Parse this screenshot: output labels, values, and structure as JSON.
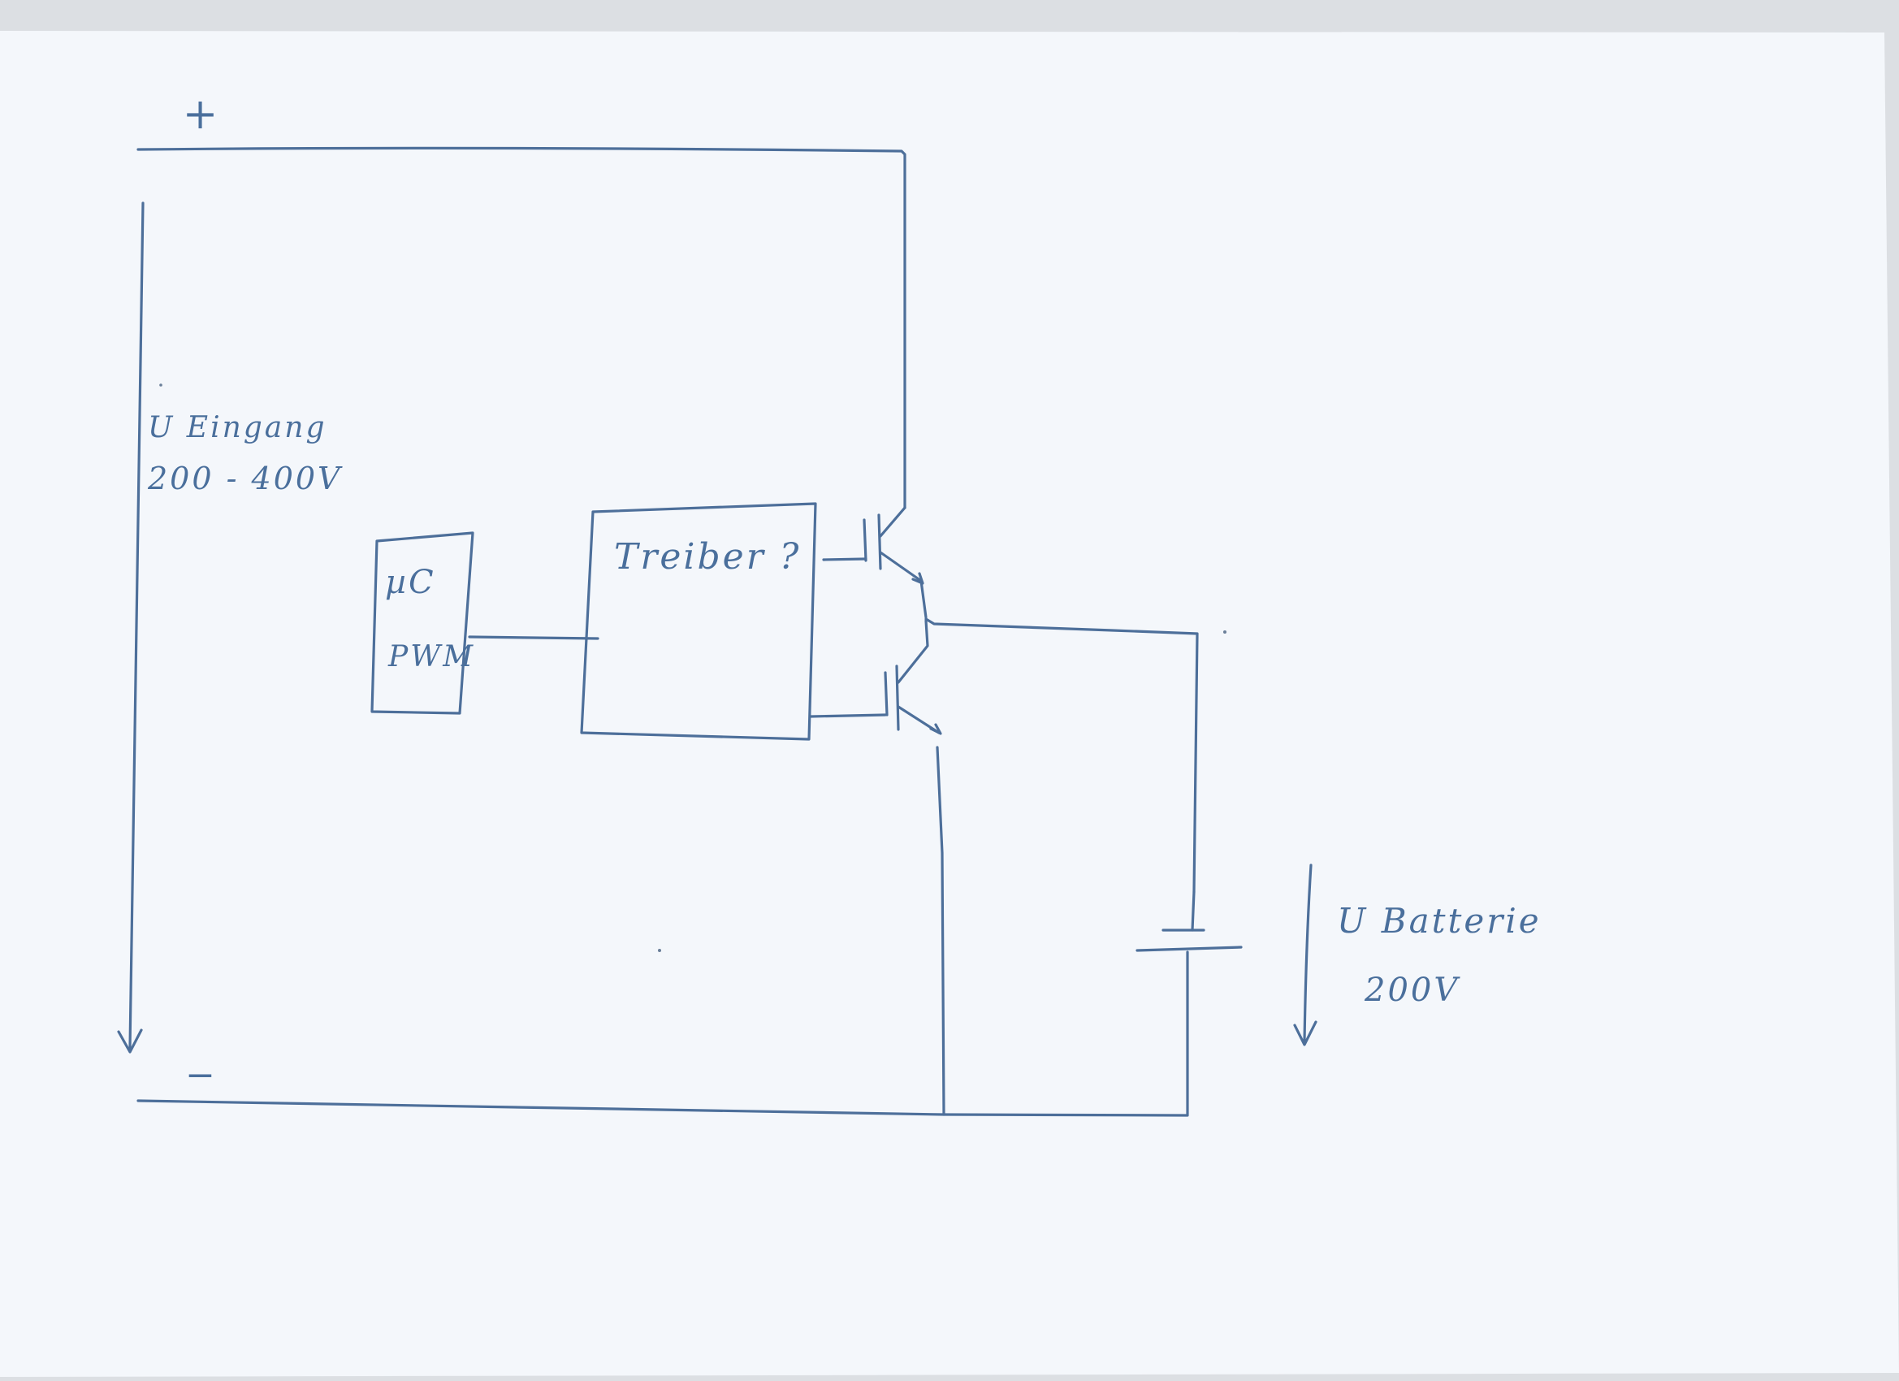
{
  "colors": {
    "paper": "#f4f7fb",
    "ink": "#4d6f9a",
    "scan_edge": "#d9dde2"
  },
  "labels": {
    "plus": "+",
    "minus": "−",
    "input_voltage_line1": "U Eingang",
    "input_voltage_line2": "200 - 400V",
    "controller_line1": "µC",
    "controller_line2": "PWM",
    "driver": "Treiber ?",
    "battery_line1": "U    Batterie",
    "battery_line2": "200V"
  }
}
